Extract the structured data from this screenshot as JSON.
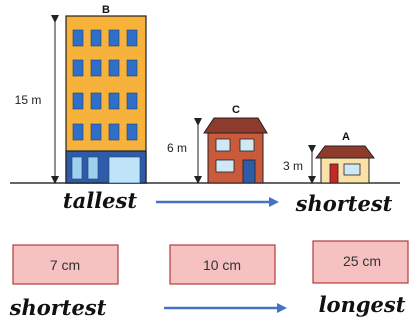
{
  "buildings": {
    "b": {
      "letter": "B",
      "height_label": "15 m"
    },
    "c": {
      "letter": "C",
      "height_label": "6 m"
    },
    "a": {
      "letter": "A",
      "height_label": "3 m"
    }
  },
  "height_scale": {
    "start_label": "tallest",
    "end_label": "shortest"
  },
  "boxes": [
    {
      "label": "7 cm"
    },
    {
      "label": "10 cm"
    },
    {
      "label": "25 cm"
    }
  ],
  "length_scale": {
    "start_label": "shortest",
    "end_label": "longest"
  },
  "colors": {
    "tower_yellow": "#F6B23A",
    "tower_blue": "#2F5CA8",
    "window_blue": "#2F6FC7",
    "house_brick": "#C95A3C",
    "roof_dark": "#8E3B2C",
    "small_house_wall": "#FBE1A8",
    "box_fill": "#F6C1C1",
    "box_stroke": "#B23B3B",
    "arrow_blue": "#4472C4"
  }
}
